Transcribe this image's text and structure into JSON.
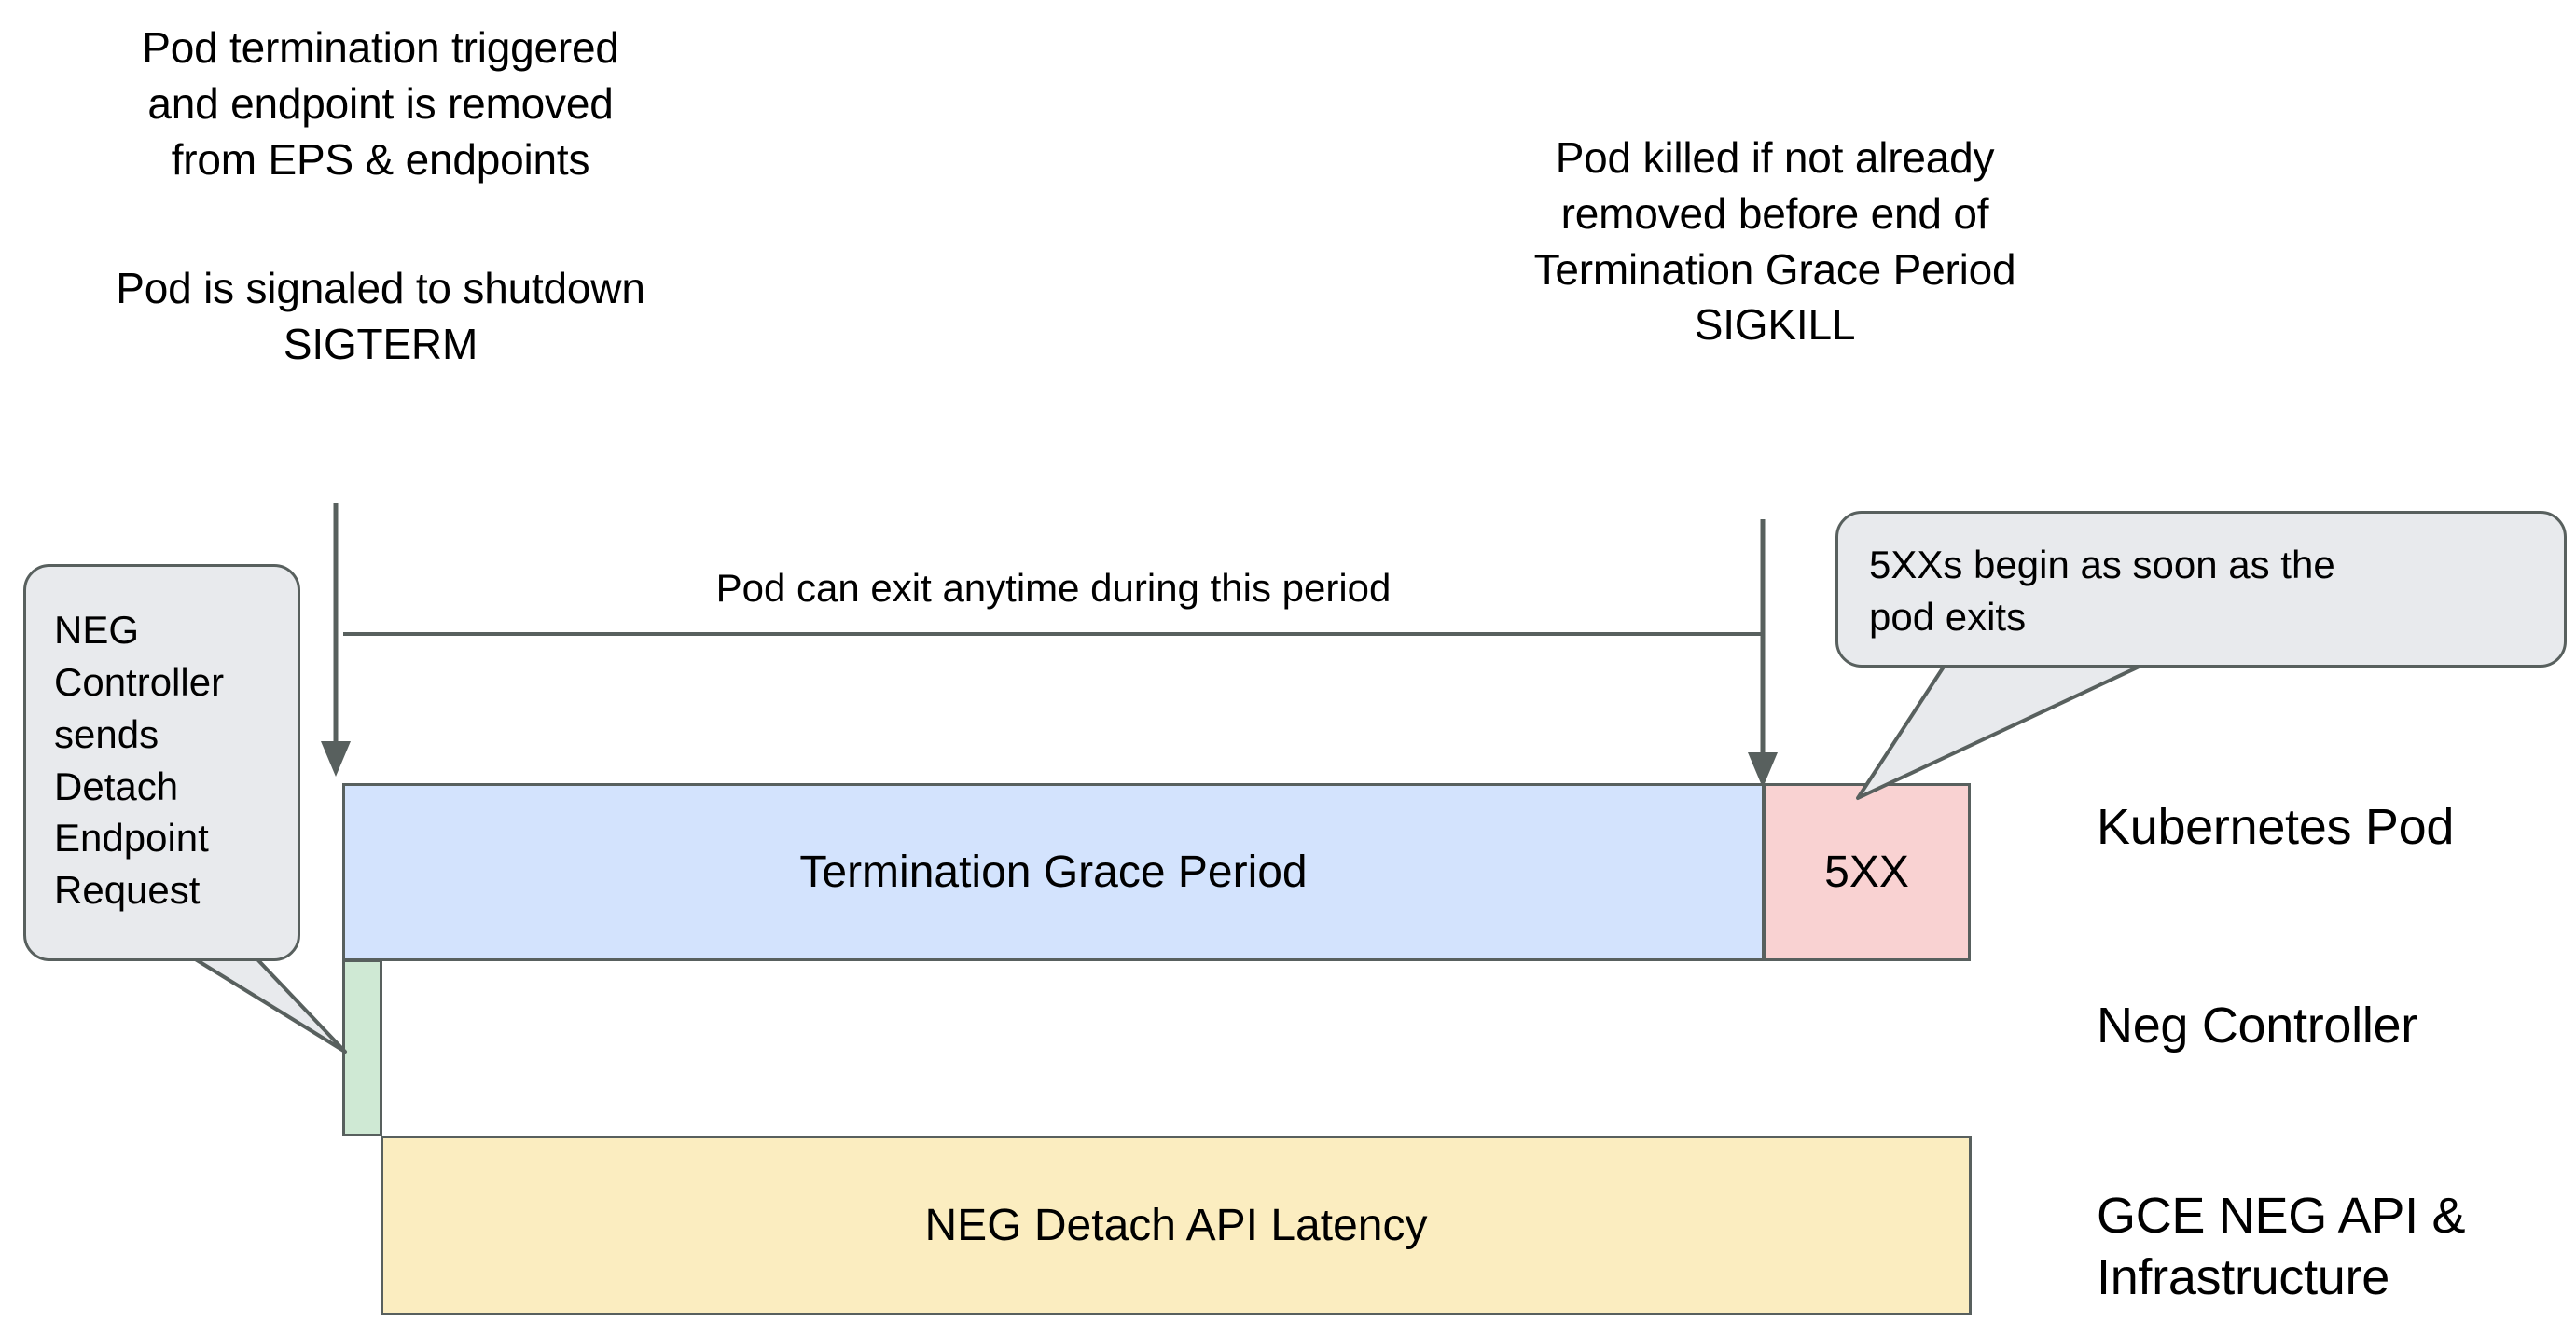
{
  "diagram": {
    "title_context": "Kubernetes Pod termination and NEG detach timeline",
    "background_color": "#ffffff",
    "stroke_color": "#58605e"
  },
  "notes": {
    "termination_trigger": "Pod termination triggered\nand endpoint is removed\nfrom EPS & endpoints",
    "sigterm": "Pod is signaled to shutdown\nSIGTERM",
    "sigkill": "Pod killed if not already\nremoved before end of\nTermination Grace Period\nSIGKILL"
  },
  "period_caption": "Pod can exit anytime during this period",
  "bars": [
    {
      "id": "termination-grace-period",
      "label": "Termination Grace Period",
      "fill": "#d3e3fd",
      "lane": "Kubernetes Pod"
    },
    {
      "id": "5xx",
      "label": "5XX",
      "fill": "#f9d2d2",
      "lane": "Kubernetes Pod"
    },
    {
      "id": "neg-detach-request",
      "label": "",
      "fill": "#cfe9d4",
      "lane": "Neg Controller"
    },
    {
      "id": "neg-detach-api-latency",
      "label": "NEG Detach API Latency",
      "fill": "#fbedc0",
      "lane": "GCE NEG API & Infrastructure"
    }
  ],
  "lanes": [
    {
      "id": "kubernetes-pod",
      "label": "Kubernetes Pod"
    },
    {
      "id": "neg-controller",
      "label": "Neg Controller"
    },
    {
      "id": "gce-neg-api",
      "label": "GCE NEG API &\nInfrastructure"
    }
  ],
  "callouts": [
    {
      "id": "neg-controller-detach",
      "text": "NEG\nController\nsends\nDetach\nEndpoint\nRequest",
      "fill": "#e8eaed"
    },
    {
      "id": "5xx-begin",
      "text": "5XXs begin as soon as the\npod exits",
      "fill": "#e8eaed"
    }
  ],
  "icons": {
    "left_arrow": "arrow-down-icon",
    "right_arrow": "arrow-down-icon",
    "period_span": "horizontal-span-line-icon"
  }
}
